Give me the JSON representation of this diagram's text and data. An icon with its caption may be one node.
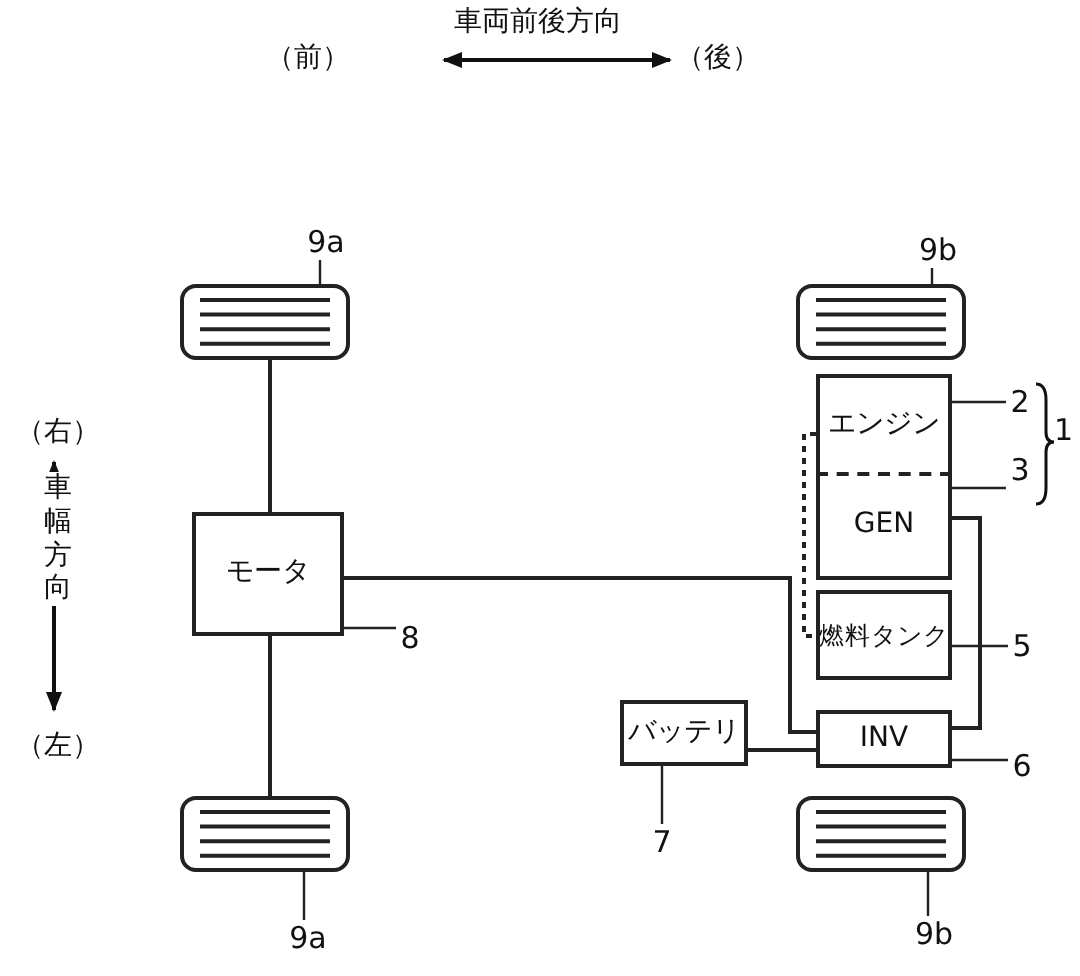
{
  "diagram": {
    "nodes": [
      {
        "text": [],
        "shape": "box"
      },
      {
        "text": [],
        "shape": "box"
      },
      {
        "text": [],
        "shape": "box"
      },
      {
        "text": [],
        "shape": "box"
      },
      {
        "text": [
          "モータ"
        ]
      },
      {
        "text": [
          "エンジン"
        ]
      },
      {
        "text": [
          "GEN"
        ]
      },
      {
        "text": [
          "燃料タンク"
        ]
      },
      {
        "text": [
          "INV"
        ]
      },
      {
        "text": [
          "バッテリ"
        ]
      },
      {
        "text": [
          "9a"
        ]
      },
      {
        "text": [
          "9a"
        ]
      },
      {
        "text": [
          "9b"
        ]
      },
      {
        "text": [
          "9b"
        ]
      },
      {
        "text": [
          "2"
        ]
      },
      {
        "text": [
          "3"
        ]
      },
      {
        "text": [
          "5"
        ]
      },
      {
        "text": [
          "6"
        ]
      },
      {
        "text": [
          "7"
        ]
      },
      {
        "text": [
          "8"
        ]
      }
    ],
    "edges": [
      {
        "from": 0,
        "to": 4,
        "arrow": "none"
      },
      {
        "from": 4,
        "to": 1,
        "arrow": "none"
      },
      {
        "from": 4,
        "to": 8,
        "arrow": "none"
      },
      {
        "from": 6,
        "to": 8,
        "arrow": "none"
      },
      {
        "from": 9,
        "to": 8,
        "arrow": "none"
      },
      {
        "from": 5,
        "to": 7,
        "arrow": "none",
        "style": "dashed"
      },
      {
        "from": 10,
        "to": 0,
        "arrow": "none"
      },
      {
        "from": 11,
        "to": 1,
        "arrow": "none"
      },
      {
        "from": 12,
        "to": 2,
        "arrow": "none"
      },
      {
        "from": 13,
        "to": 3,
        "arrow": "none"
      },
      {
        "from": 14,
        "to": 5,
        "arrow": "none"
      },
      {
        "from": 15,
        "to": 6,
        "arrow": "none"
      },
      {
        "from": 16,
        "to": 7,
        "arrow": "none"
      },
      {
        "from": 17,
        "to": 8,
        "arrow": "none"
      },
      {
        "from": 18,
        "to": 9,
        "arrow": "none"
      },
      {
        "from": 19,
        "to": 4,
        "arrow": "none"
      }
    ],
    "labels": [
      "車両前後方向",
      "（前）",
      "（後）",
      "（右）",
      "車幅方向",
      "（左）",
      "1"
    ]
  }
}
